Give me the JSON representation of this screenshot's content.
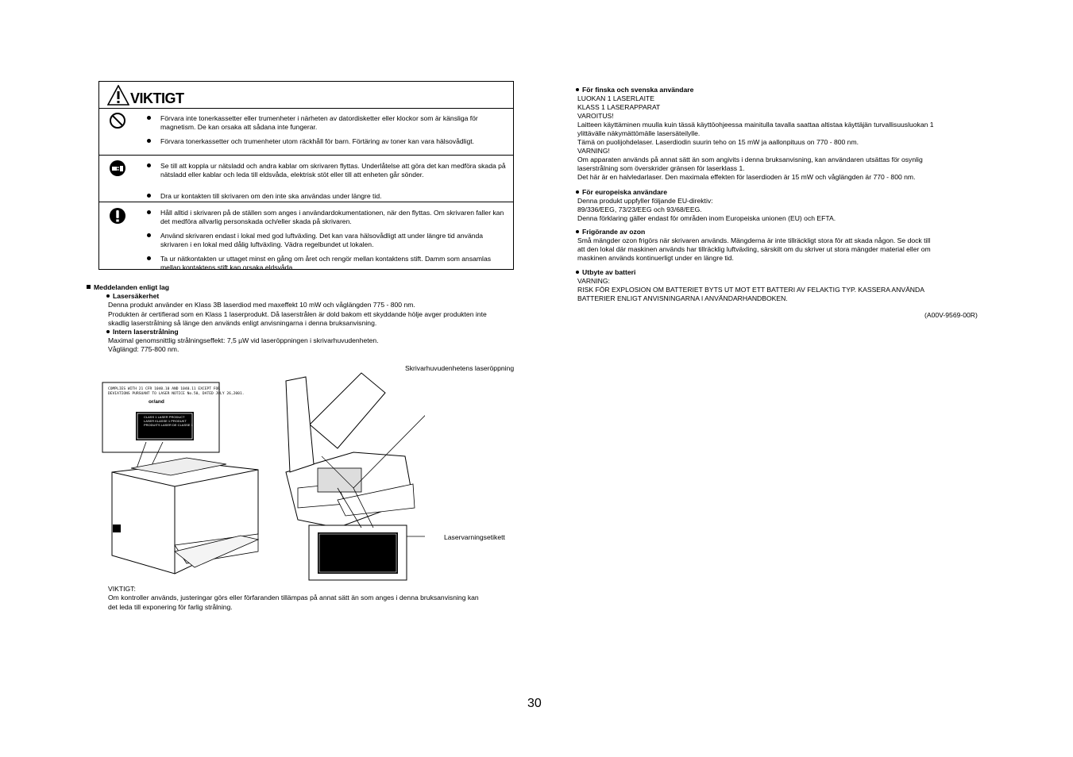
{
  "warning": {
    "title": "VIKTIGT",
    "sections": [
      {
        "icon": "prohibited-icon",
        "items": [
          "Förvara inte tonerkassetter eller trumenheter i närheten av datordisketter eller klockor som är känsliga för magnetism. De kan orsaka att sådana inte fungerar.",
          "Förvara tonerkassetter och trumenheter utom räckhåll för barn. Förtäring av toner kan vara hälsovådligt."
        ]
      },
      {
        "icon": "unplug-icon",
        "items": [
          "Se till att koppla ur nätsladd och andra kablar om skrivaren flyttas. Underlåtelse att göra det kan medföra skada på nätsladd eller kablar och leda till eldsvåda, elektrisk stöt eller till att enheten går sönder.",
          "Dra ur kontakten till skrivaren om den inte ska användas under längre tid."
        ]
      },
      {
        "icon": "exclamation-icon",
        "items": [
          "Håll alltid i skrivaren på de ställen som anges i användardokumentationen, när den flyttas. Om skrivaren faller kan det medföra allvarlig personskada och/eller skada på skrivaren.",
          "Använd skrivaren endast i lokal med god luftväxling. Det kan vara hälsovådligt att under längre tid använda skrivaren i en lokal med dålig luftväxling. Vädra regelbundet ut lokalen.",
          "Ta ur nätkontakten ur uttaget minst en gång om året och rengör mellan kontaktens stift. Damm som ansamlas mellan kontaktens stift kan orsaka eldsvåda."
        ]
      }
    ]
  },
  "left": {
    "heading": "Meddelanden enligt lag",
    "laser_heading": "Lasersäkerhet",
    "laser_l1": "Denna produkt använder en Klass 3B laserdiod med maxeffekt 10 mW och våglängden 775 - 800 nm.",
    "laser_l2": "Produkten är certifierad som en Klass 1 laserprodukt. Då laserstrålen är dold bakom ett skyddande hölje avger produkten inte",
    "laser_l3": "skadlig laserstrålning så länge den används enligt anvisningarna i denna bruksanvisning.",
    "internal_heading": "Intern laserstrålning",
    "internal_l1": "Maximal genomsnittlig strålningseffekt: 7,5 µW vid laseröppningen i skrivarhuvudenheten.",
    "internal_l2": "Våglängd: 775-800 nm.",
    "label_head": "Skrivarhuvudenhetens laseröppning",
    "label_warn": "Laservarningsetikett",
    "sticker_l1": "COMPLIES WITH 21 CFR 1040.10 AND 1040.11 EXCEPT FOR",
    "sticker_l2": "DEVIATIONS PURSUANT TO LASER NOTICE No.50, DATED JULY 26,2001.",
    "sticker_or": "or/and",
    "sticker_c1": "CLASS 1 LASER PRODUCT",
    "sticker_c2": "LASER KLASSE 1 PRODUKT",
    "sticker_c3": "PRODUITS LASER DE CLASSE 1",
    "viktigt": "VIKTIGT:",
    "viktigt_l1": "Om kontroller används, justeringar görs eller förfaranden tillämpas på annat sätt än som anges i denna bruksanvisning kan",
    "viktigt_l2": "det leda till exponering för farlig strålning."
  },
  "right": {
    "fin_heading": "För finska och svenska användare",
    "fin_lines": [
      "LUOKAN 1 LASERLAITE",
      "KLASS 1 LASERAPPARAT",
      "VAROITUS!",
      "Laitteen käyttäminen muulla kuin tässä käyttöohjeessa mainitulla tavalla saattaa altistaa käyttäjän turvallisuusluokan 1",
      "ylittävälle näkymättömälle lasersäteilylle.",
      "Tämä on puolijohdelaser. Laserdiodin suurin teho on 15 mW ja aallonpituus on 770 - 800 nm.",
      "VARNING!",
      "Om apparaten används på annat sätt än som angivits i denna bruksanvisning, kan användaren utsättas för osynlig",
      "laserstrålning som överskrider gränsen för laserklass 1.",
      "Det här är en halvledarlaser. Den maximala effekten för laserdioden är 15 mW och våglängden är 770 - 800 nm."
    ],
    "eu_heading": "För europeiska användare",
    "eu_lines": [
      "Denna produkt uppfyller följande EU-direktiv:",
      "89/336/EEG, 73/23/EEG och 93/68/EEG.",
      "Denna förklaring gäller endast för områden inom Europeiska unionen (EU) och EFTA."
    ],
    "ozone_heading": "Frigörande av ozon",
    "ozone_lines": [
      "Små mängder ozon frigörs när skrivaren används. Mängderna är inte tillräckligt stora för att skada någon. Se dock till",
      "att den lokal där maskinen används har tillräcklig luftväxling, särskilt om du skriver ut stora mängder material eller om",
      "maskinen används kontinuerligt under en längre tid."
    ],
    "battery_heading": "Utbyte av batteri",
    "battery_lines": [
      "VARNING:",
      "RISK FÖR EXPLOSION OM BATTERIET BYTS UT MOT ETT BATTERI AV FELAKTIG TYP. KASSERA ANVÄNDA",
      "BATTERIER ENLIGT ANVISNINGARNA I ANVÄNDARHANDBOKEN."
    ],
    "code": "(A00V-9569-00R)"
  },
  "page_number": "30"
}
